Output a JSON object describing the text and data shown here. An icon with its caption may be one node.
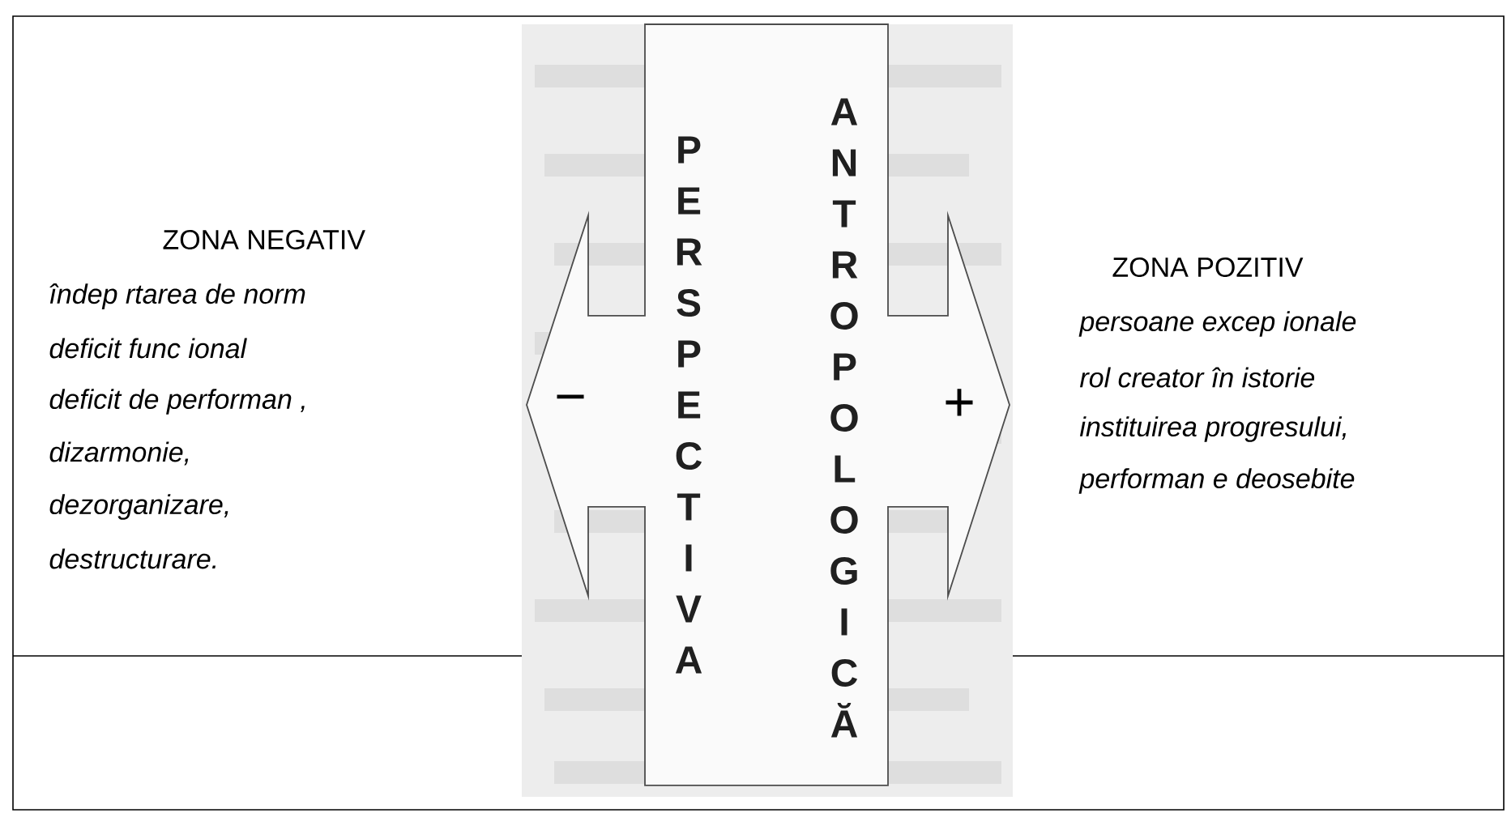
{
  "diagram": {
    "nodes": [
      {
        "text": [
          "PERSPECTIVA",
          "ANTROPOLOGICĂ",
          "−",
          "+"
        ]
      }
    ],
    "labels": [
      "ZONA NEGATIV",
      "îndep  rtarea de norm",
      "deficit func ional",
      "deficit de performan   ,",
      "dizarmonie,",
      "dezorganizare,",
      "destructurare.",
      "ZONA POZITIV",
      "persoane excep ionale",
      "rol creator în istorie",
      "instituirea progresului,",
      "performan e deosebite"
    ]
  }
}
